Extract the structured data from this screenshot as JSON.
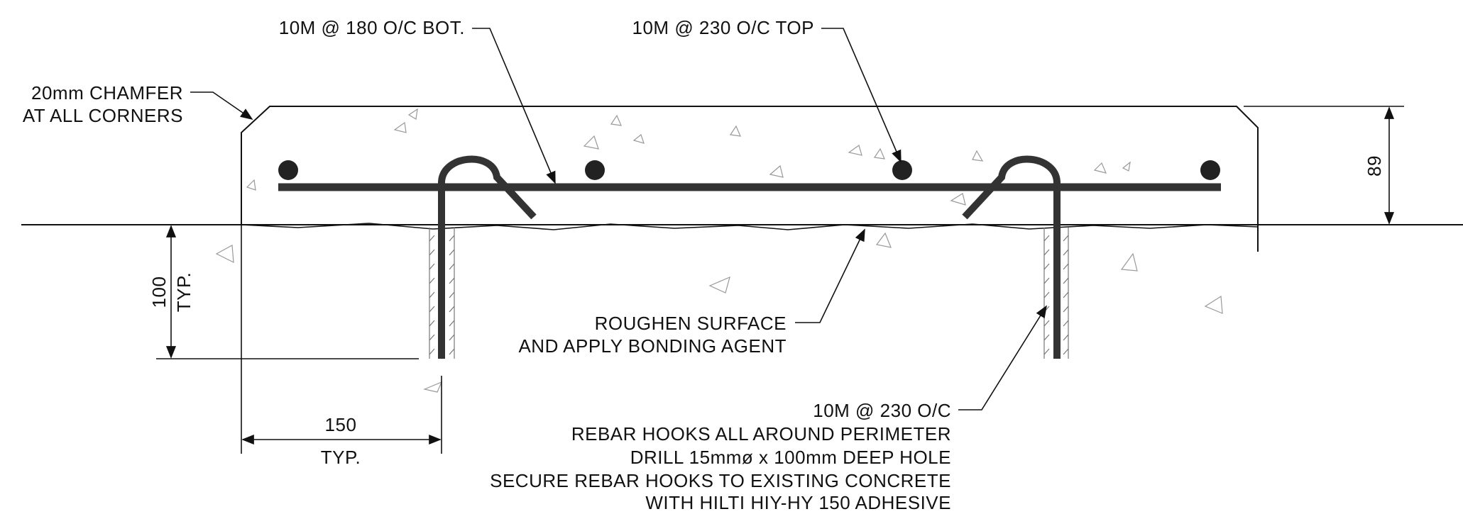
{
  "notes": {
    "bottom_bars": "10M @ 180 O/C BOT.",
    "top_bars": "10M @ 230 O/C TOP",
    "chamfer_line1": "20mm CHAMFER",
    "chamfer_line2": "AT ALL CORNERS",
    "roughen_line1": "ROUGHEN SURFACE",
    "roughen_line2": "AND APPLY BONDING AGENT",
    "hooks_line1": "10M @ 230 O/C",
    "hooks_line2": "REBAR HOOKS ALL AROUND PERIMETER",
    "hooks_line3": "DRILL 15mmø x 100mm DEEP HOLE",
    "hooks_line4": "SECURE REBAR HOOKS TO EXISTING CONCRETE",
    "hooks_line5": "WITH HILTI HIY-HY 150 ADHESIVE"
  },
  "dimensions": {
    "thickness": "89",
    "embed_depth": "100",
    "embed_typ": "TYP.",
    "edge_distance": "150",
    "edge_typ": "TYP."
  }
}
